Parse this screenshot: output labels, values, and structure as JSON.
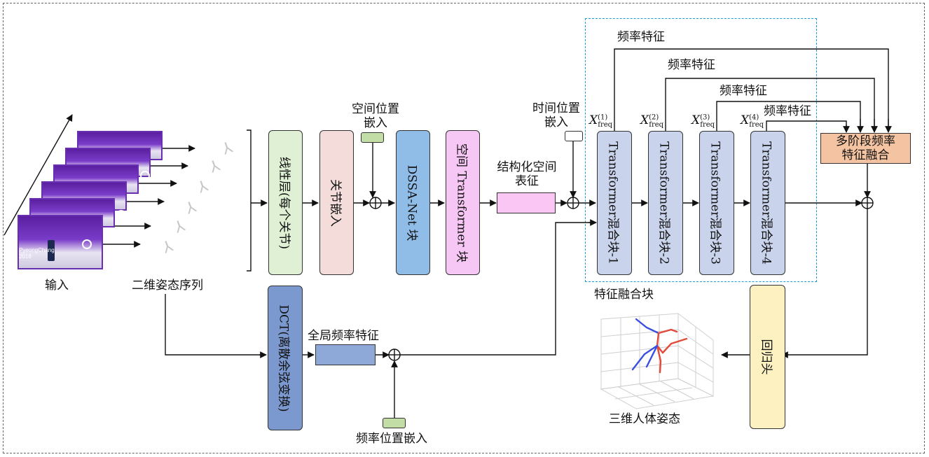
{
  "labels": {
    "input": "输入",
    "pose_seq": "二维姿态序列",
    "spatial_pos_embed": "空间位置\n嵌入",
    "temporal_pos_embed": "时间位置\n嵌入",
    "structured_spatial": "结构化空间\n表征",
    "global_freq": "全局频率特征",
    "freq_pos_embed": "频率位置嵌入",
    "feature_fusion_block": "特征融合块",
    "pose3d": "三维人体姿态",
    "freq_feature_1": "频率特征",
    "freq_feature_2": "频率特征",
    "freq_feature_3": "频率特征",
    "freq_feature_4": "频率特征"
  },
  "blocks": {
    "linear": "线性层(每个关节)",
    "joint_embed": "关节嵌入",
    "dssa": "DSSA-Net 块",
    "spatial_transformer": "空间 Transformer 块",
    "dct": "DCT(离散余弦变换)",
    "mix1": "Transformer混合块-1",
    "mix2": "Transformer混合块-2",
    "mix3": "Transformer混合块-3",
    "mix4": "Transformer混合块-4",
    "multistage_fusion": "多阶段频率\n特征融合",
    "regression_head": "回归头"
  },
  "xfreq": [
    {
      "base": "X",
      "sup": "(1)",
      "sub": "freq"
    },
    {
      "base": "X",
      "sup": "(2)",
      "sub": "freq"
    },
    {
      "base": "X",
      "sup": "(3)",
      "sub": "freq"
    },
    {
      "base": "X",
      "sup": "(4)",
      "sub": "freq"
    }
  ],
  "frame_caption": "PyeongChang 2018",
  "colors": {
    "linear": "#dff0d4",
    "joint_embed": "#f3dcd9",
    "dssa": "#8fbde8",
    "spatial_transformer": "#f6c6f4",
    "dct": "#7b98cf",
    "mix": "#c9d3ec",
    "fusion": "#f4c3a1",
    "head": "#fdf1c2",
    "small_green": "#c2dda6",
    "global_freq": "#8ea8d8",
    "struct": "#fac6f4",
    "fusion_border": "#1e9ad0",
    "frame_purple": "#6a2fb0"
  }
}
